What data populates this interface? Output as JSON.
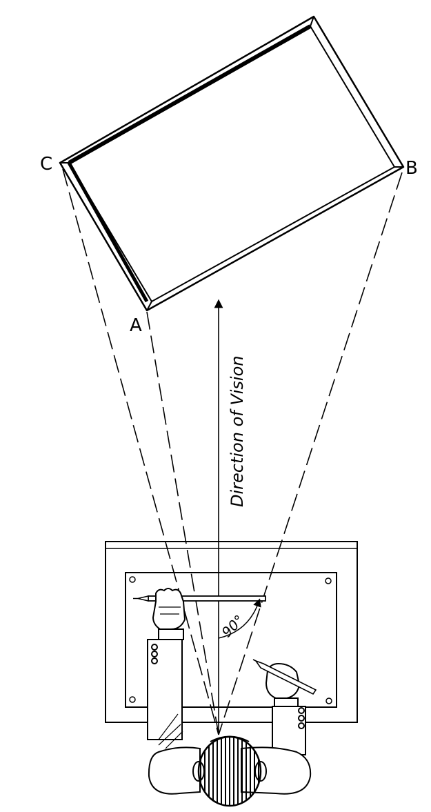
{
  "labels": {
    "corner_c": "C",
    "corner_b": "B",
    "corner_a": "A",
    "direction": "Direction of Vision",
    "angle": "90°"
  },
  "colors": {
    "ink": "#000000",
    "paper": "#ffffff"
  },
  "icons": {
    "observer": "head-top-view",
    "pencil": "pencil-icon",
    "measuring_pencil": "sighting-pencil"
  }
}
